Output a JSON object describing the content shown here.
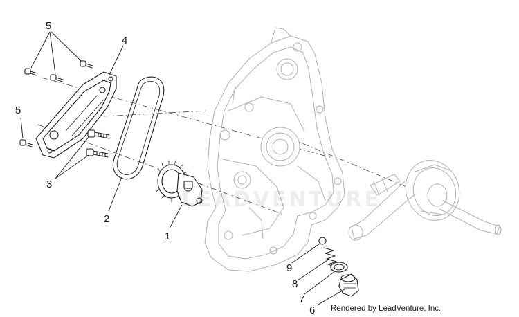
{
  "callouts": [
    {
      "id": "1",
      "label": "1"
    },
    {
      "id": "2",
      "label": "2"
    },
    {
      "id": "3",
      "label": "3"
    },
    {
      "id": "4",
      "label": "4"
    },
    {
      "id": "5a",
      "label": "5"
    },
    {
      "id": "5b",
      "label": "5"
    },
    {
      "id": "6",
      "label": "6"
    },
    {
      "id": "7",
      "label": "7"
    },
    {
      "id": "8",
      "label": "8"
    },
    {
      "id": "9",
      "label": "9"
    }
  ],
  "watermark": "LEADVENTURE",
  "credit": "Rendered by LeadVenture, Inc."
}
